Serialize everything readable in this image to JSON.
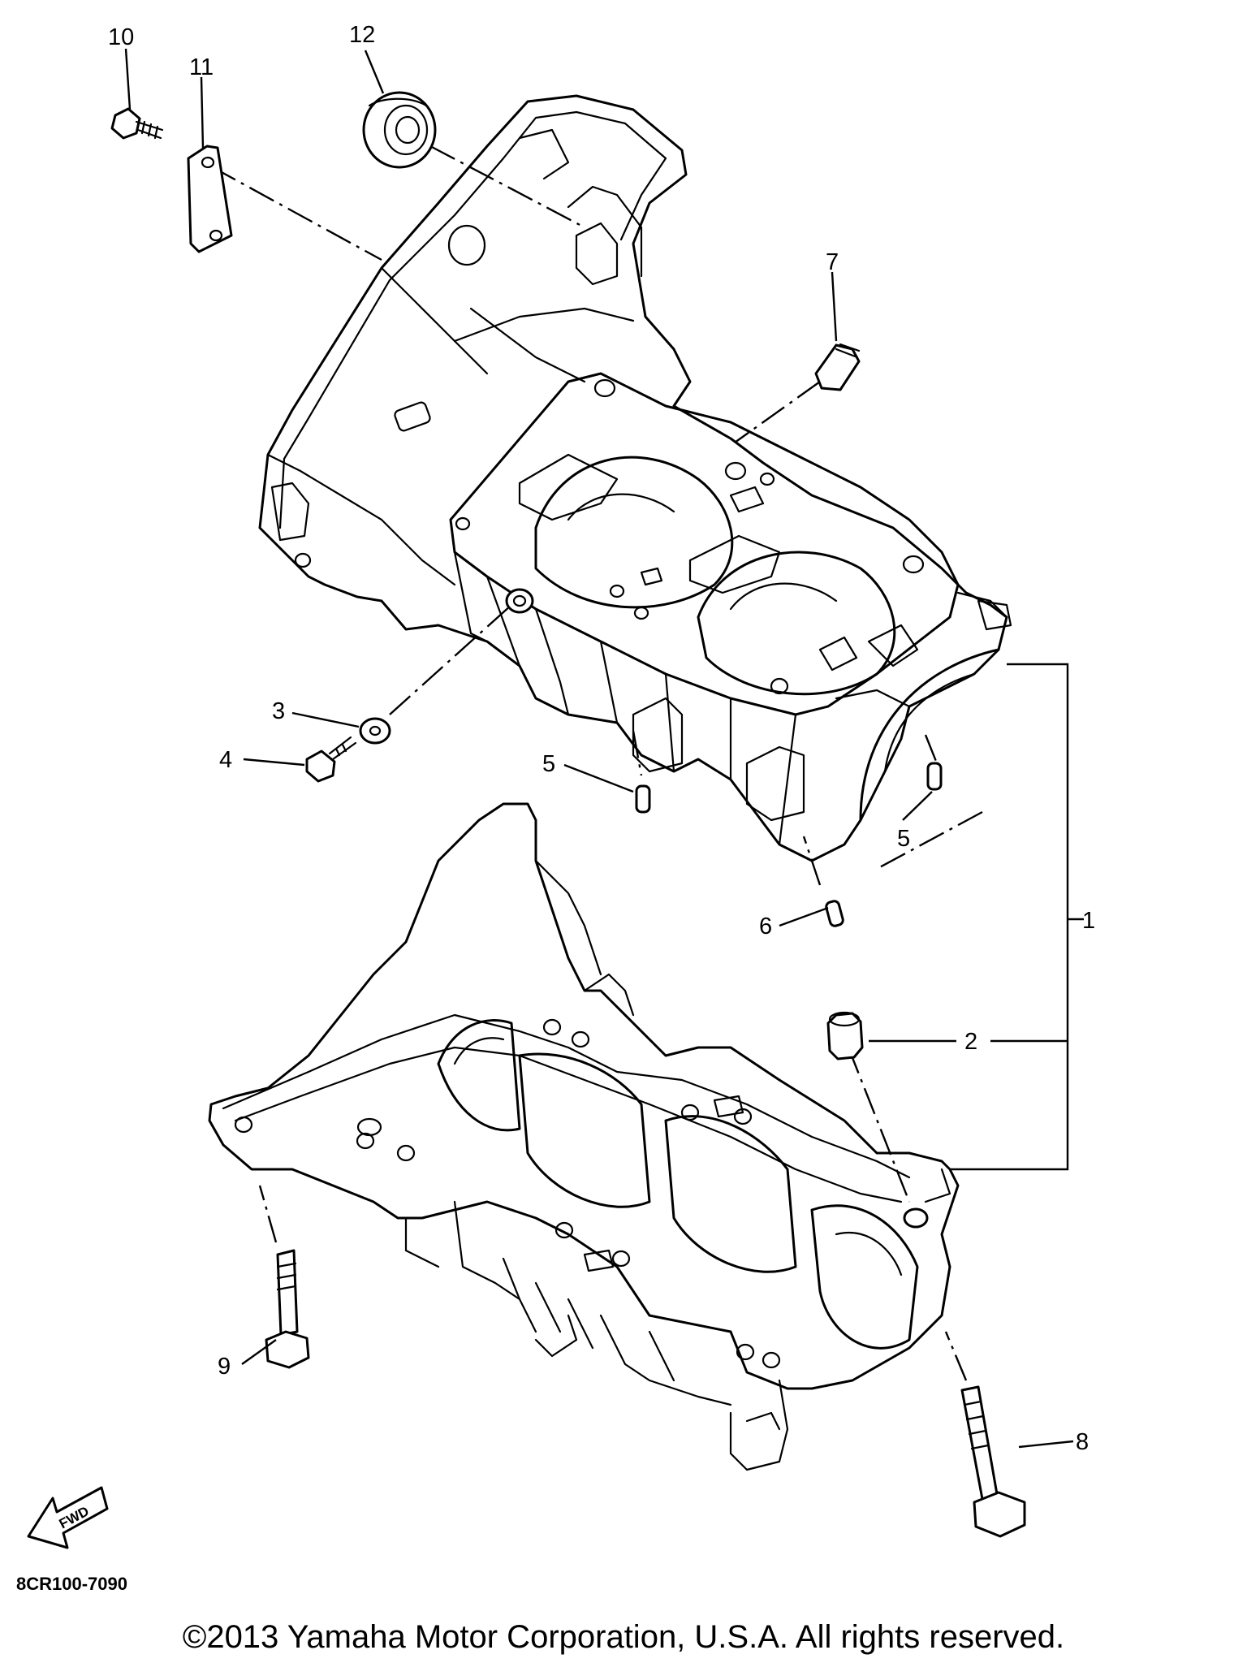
{
  "diagram": {
    "callouts": [
      "1",
      "2",
      "3",
      "4",
      "5",
      "5",
      "6",
      "7",
      "8",
      "9",
      "10",
      "11",
      "12"
    ],
    "part_code": "8CR100-7090",
    "fwd_label": "FWD"
  },
  "footer": {
    "copyright": "©2013 Yamaha Motor Corporation, U.S.A. All rights reserved."
  }
}
